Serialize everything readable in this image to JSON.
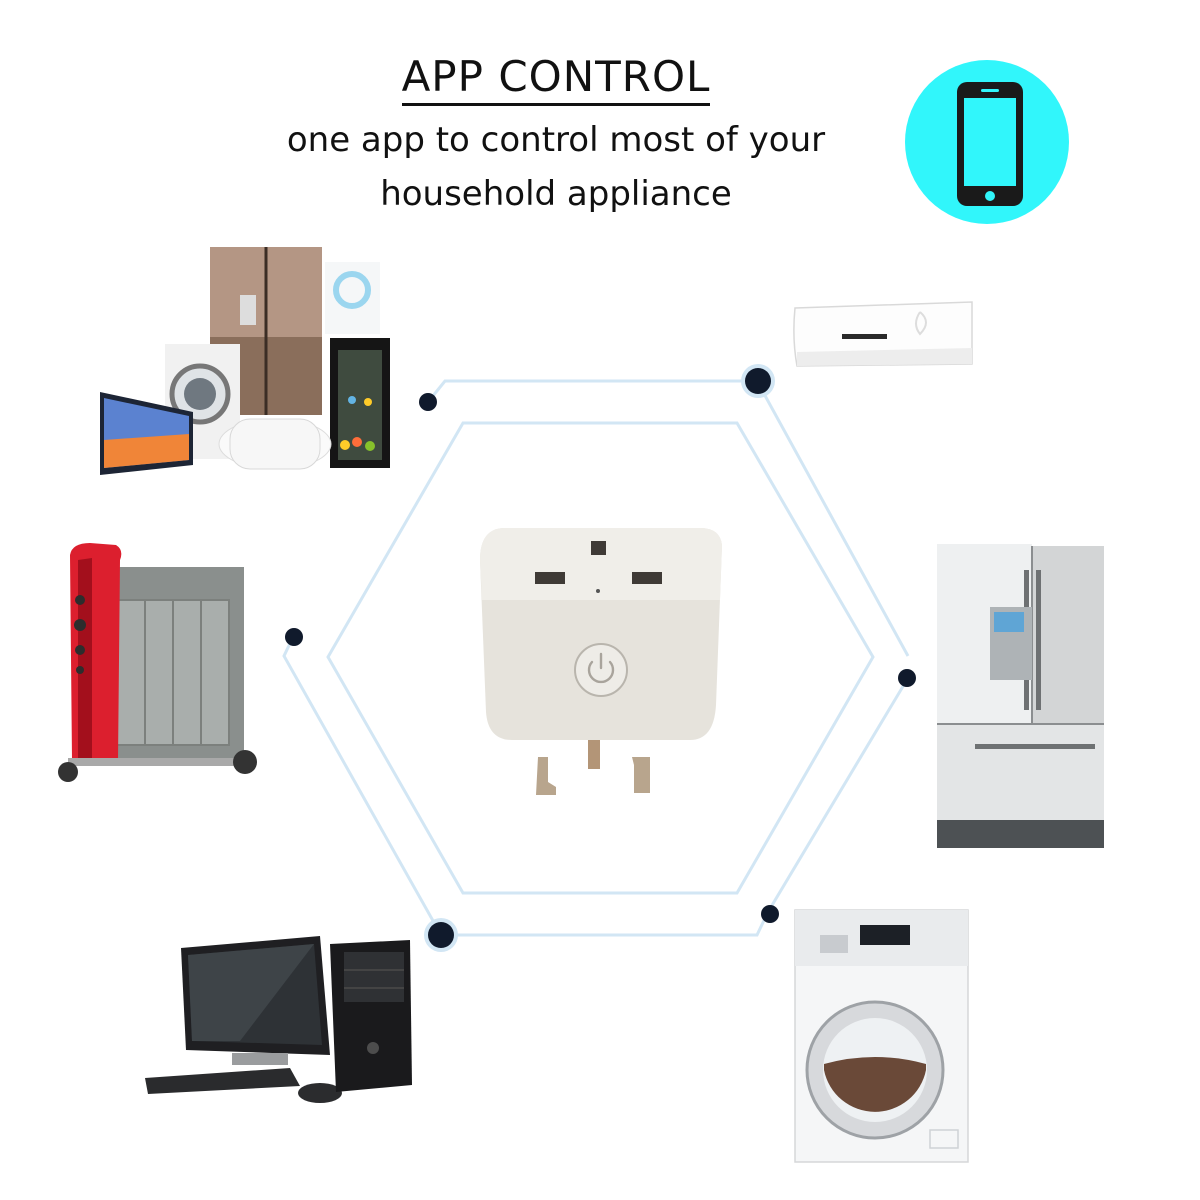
{
  "header": {
    "title": "APP CONTROL",
    "subtitle_line1": "one app to control most of your",
    "subtitle_line2": "household appliance"
  },
  "icons": {
    "app_badge": "smartphone-icon",
    "center_device": "smart-plug",
    "power_button": "power-icon"
  },
  "appliances": [
    "appliance-bundle",
    "air-conditioner",
    "oil-radiator-heater",
    "refrigerator",
    "desktop-computer",
    "washing-machine"
  ],
  "colors": {
    "badge": "#31f6fb",
    "connector_line": "#d2e6f4",
    "node_dot": "#101a2c",
    "text": "#111111"
  }
}
